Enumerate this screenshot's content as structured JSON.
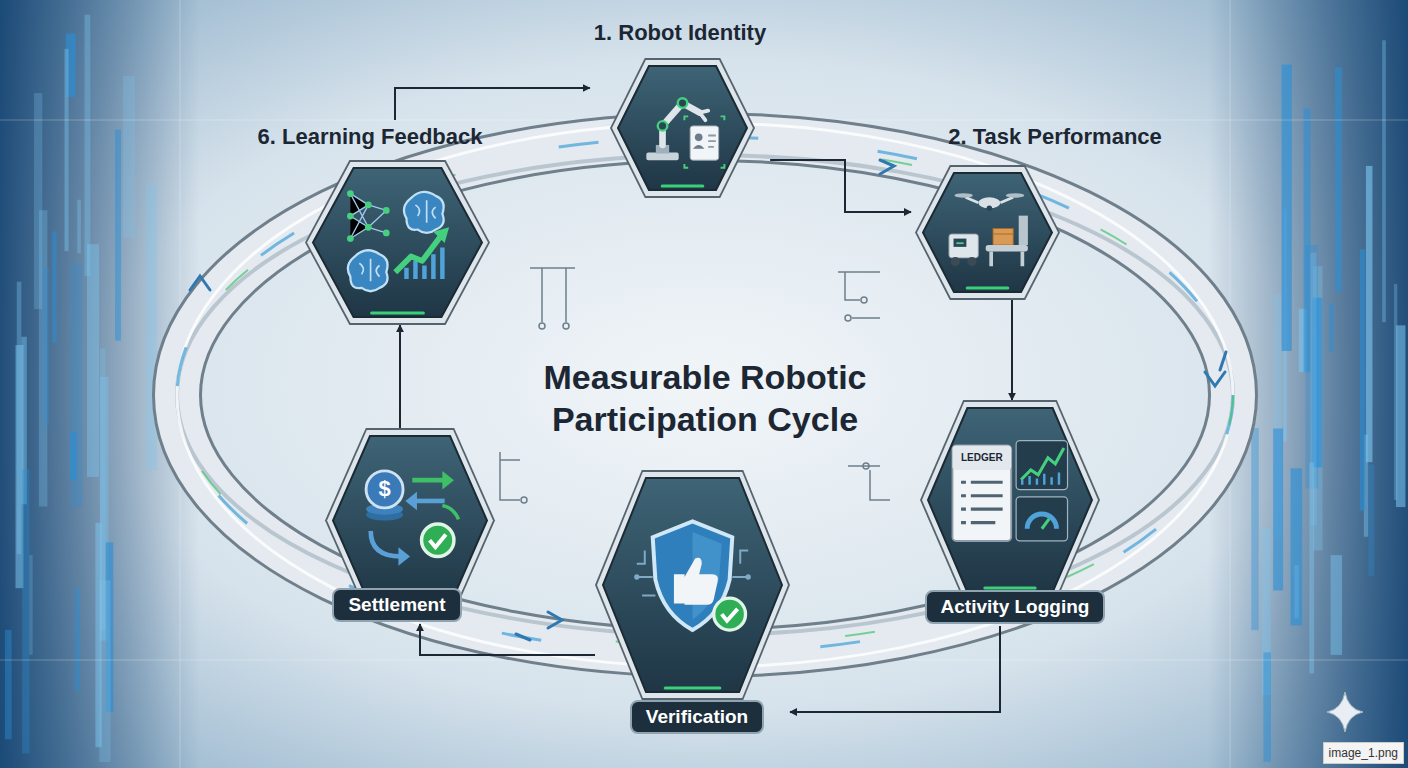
{
  "diagram": {
    "title": "Measurable Robotic Participation Cycle",
    "nodes": [
      {
        "text": [
          "1. Robot Identity"
        ]
      },
      {
        "text": [
          "2. Task Performance"
        ]
      },
      {
        "text": [
          "Activity Logging"
        ]
      },
      {
        "text": [
          "Verification"
        ]
      },
      {
        "text": [
          "Settlement"
        ]
      },
      {
        "text": [
          "6. Learning Feedback"
        ]
      }
    ],
    "edges": [
      {
        "from": 0,
        "to": 1,
        "arrow": "to"
      },
      {
        "from": 1,
        "to": 2,
        "arrow": "to"
      },
      {
        "from": 2,
        "to": 3,
        "arrow": "to"
      },
      {
        "from": 3,
        "to": 4,
        "arrow": "to"
      },
      {
        "from": 4,
        "to": 5,
        "arrow": "to"
      },
      {
        "from": 5,
        "to": 0,
        "arrow": "to"
      }
    ],
    "labels": [
      "LEDGER",
      "$",
      "image_1.png"
    ]
  }
}
